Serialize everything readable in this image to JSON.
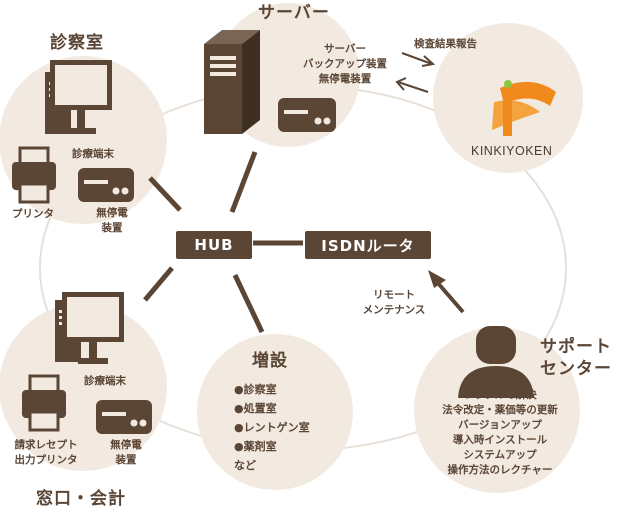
{
  "server": {
    "title": "サーバー",
    "items": [
      "サーバー",
      "バックアップ装置",
      "無停電装置"
    ]
  },
  "report_label": "検査結果報告",
  "company": {
    "name": "KINKIYOKEN"
  },
  "exam_room": {
    "title": "診察室",
    "terminal": "診療端末",
    "printer": "プリンタ",
    "ups": [
      "無停電",
      "装置"
    ]
  },
  "hub": {
    "label": "HUB"
  },
  "router": {
    "label": "ISDNルータ"
  },
  "remote": {
    "lines": [
      "リモート",
      "メンテナンス"
    ]
  },
  "front_desk": {
    "title": "窓口・会計",
    "terminal": "診療端末",
    "printer": [
      "請求レセプト",
      "出力プリンタ"
    ],
    "ups": [
      "無停電",
      "装置"
    ]
  },
  "expansion": {
    "title": "増設",
    "items": [
      "●診察室",
      "●処置室",
      "●レントゲン室",
      "●薬剤室"
    ],
    "etc": "など"
  },
  "support": {
    "title": [
      "サポート",
      "センター"
    ],
    "items": [
      "トラブルの解決",
      "法令改定・薬価等の更新",
      "バージョンアップ",
      "導入時インストール",
      "システムアップ",
      "操作方法のレクチャー"
    ]
  },
  "colors": {
    "circle": "#f2e9e1",
    "ring": "#e6ded6",
    "icon": "#5b4636",
    "accent": "#f08a1c",
    "accent_green": "#8cc63f"
  }
}
